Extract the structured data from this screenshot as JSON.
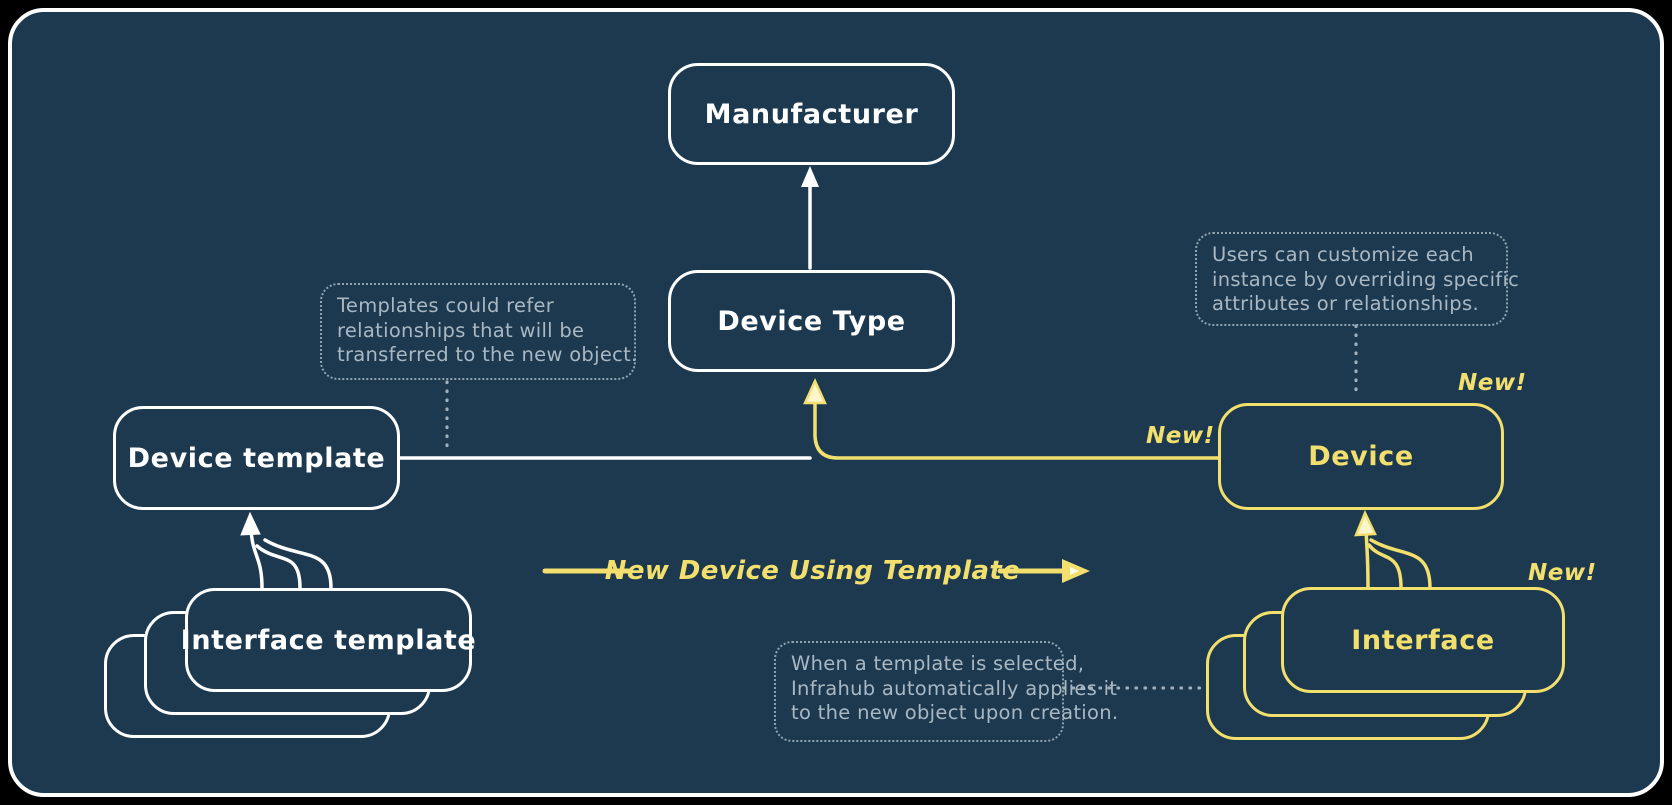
{
  "canvas": {
    "background": "#1c3950",
    "frame_border": "#ffffff"
  },
  "colors": {
    "white": "#ffffff",
    "accent_yellow": "#f2df6d",
    "note_text": "#a9b8c2",
    "note_border": "#91a4b1"
  },
  "nodes": {
    "manufacturer": "Manufacturer",
    "device_type": "Device Type",
    "device_template": "Device template",
    "interface_template": "Interface template",
    "device": "Device",
    "interface": "Interface"
  },
  "badges": {
    "device_incoming": "New!",
    "device_top": "New!",
    "interface_top": "New!"
  },
  "flow": {
    "label": "New Device Using Template"
  },
  "notes": {
    "templates": {
      "lines": [
        "Templates could refer",
        "relationships that will be",
        "transferred to the new object."
      ]
    },
    "customize": {
      "lines": [
        "Users can customize each",
        "instance by overriding specific",
        "attributes or relationships."
      ]
    },
    "apply": {
      "lines": [
        "When a template is selected,",
        "Infrahub automatically applies it",
        "to the new object upon creation."
      ]
    }
  }
}
